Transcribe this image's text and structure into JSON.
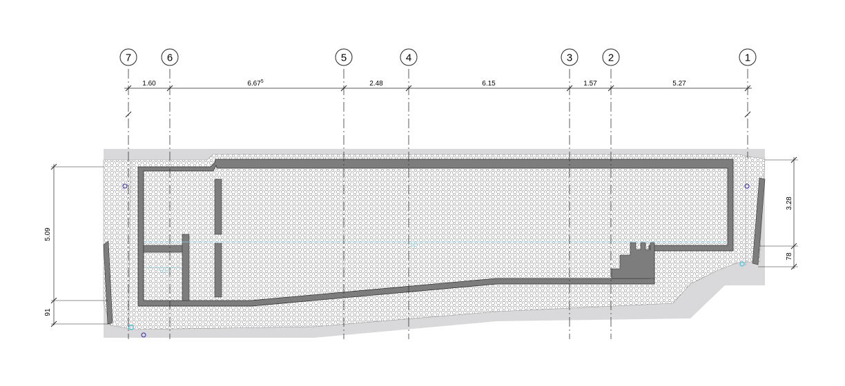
{
  "axes": [
    {
      "id": "7",
      "label": "7"
    },
    {
      "id": "6",
      "label": "6"
    },
    {
      "id": "5",
      "label": "5"
    },
    {
      "id": "4",
      "label": "4"
    },
    {
      "id": "3",
      "label": "3"
    },
    {
      "id": "2",
      "label": "2"
    },
    {
      "id": "1",
      "label": "1"
    }
  ],
  "horizontal_dimensions": [
    {
      "label": "1.60"
    },
    {
      "label": "6.67",
      "superscript": "5"
    },
    {
      "label": "2.48"
    },
    {
      "label": "6.15"
    },
    {
      "label": "1.57"
    },
    {
      "label": "5.27"
    }
  ],
  "left_dimensions": [
    {
      "label": "5.09"
    },
    {
      "label": "91"
    }
  ],
  "right_dimensions": [
    {
      "label": "3.28"
    },
    {
      "label": "78"
    }
  ],
  "colors": {
    "concrete_wall": "#7d7d7d",
    "ground": "#d9d9db",
    "gravel_fill": "#ffffff",
    "gravel_stroke": "#8c8c8c",
    "water_line": "#8fd3e6",
    "drain_marker": "#2b2b9c",
    "cyan_marker": "#46c3e0"
  }
}
